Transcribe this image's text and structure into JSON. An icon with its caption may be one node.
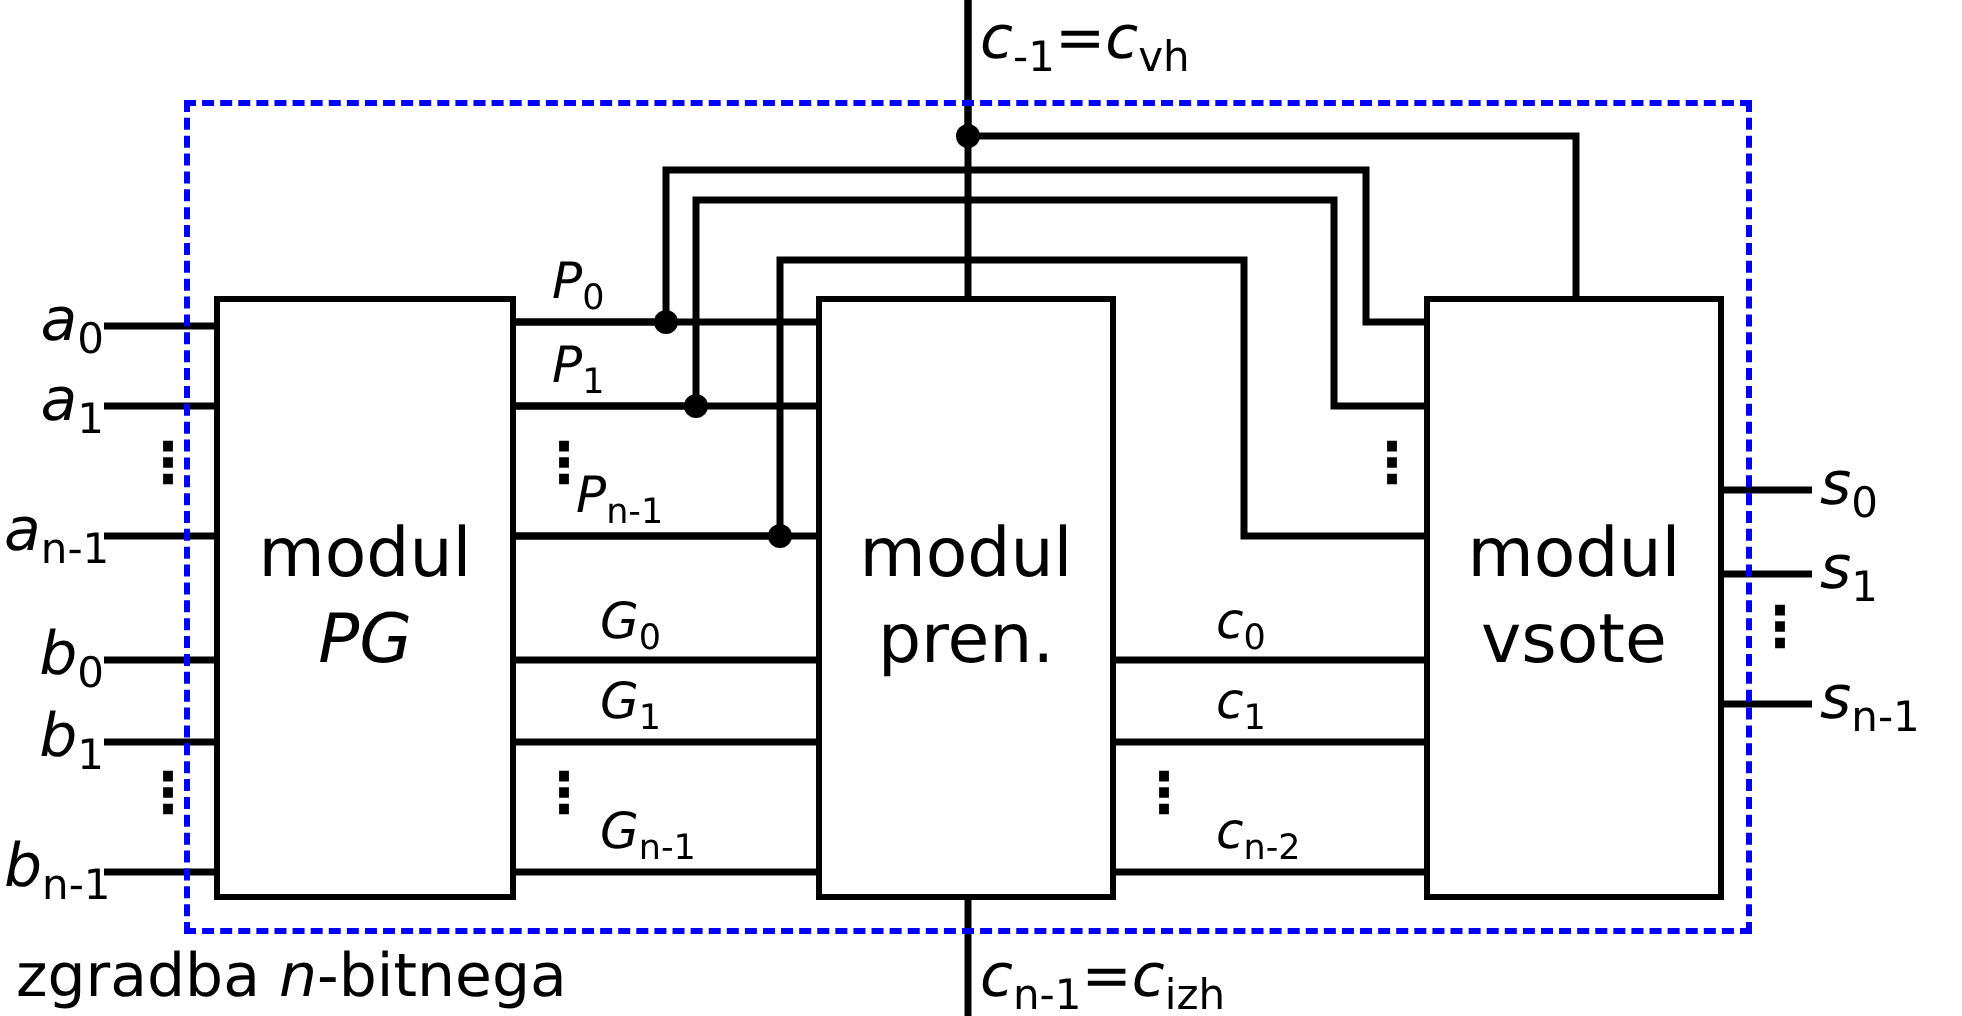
{
  "diagram": {
    "nodes": [
      {
        "text": [],
        "shape": "box"
      },
      {
        "text": [
          "modul *PG*"
        ],
        "in": 0
      },
      {
        "text": [
          "modul pren."
        ],
        "in": 0
      },
      {
        "text": [
          "modul vsote"
        ],
        "in": 0
      },
      {
        "text": [
          "*c*$_{-1}$=*c*$_{vh}$"
        ]
      },
      {
        "text": [
          "*c*$_{n-1}$=*c*$_{izh}$"
        ]
      },
      {
        "text": [
          "*a*$_{0}$"
        ]
      },
      {
        "text": [
          "*a*$_{1}$"
        ]
      },
      {
        "text": [
          "*a*$_{n-1}$"
        ]
      },
      {
        "text": [
          "*b*$_{0}$"
        ]
      },
      {
        "text": [
          "*b*$_{1}$"
        ]
      },
      {
        "text": [
          "*b*$_{n-1}$"
        ]
      },
      {
        "text": [
          "*s*$_{0}$"
        ]
      },
      {
        "text": [
          "*s*$_{1}$"
        ]
      },
      {
        "text": [
          "*s*$_{n-1}$"
        ]
      }
    ],
    "edges": [
      {
        "from": 6,
        "to": 1,
        "arrow": "none"
      },
      {
        "from": 7,
        "to": 1,
        "arrow": "none"
      },
      {
        "from": 8,
        "to": 1,
        "arrow": "none"
      },
      {
        "from": 9,
        "to": 1,
        "arrow": "none"
      },
      {
        "from": 10,
        "to": 1,
        "arrow": "none"
      },
      {
        "from": 11,
        "to": 1,
        "arrow": "none"
      },
      {
        "from": 1,
        "to": 2,
        "arrow": "none",
        "label": "*P*$_{0}$"
      },
      {
        "from": 1,
        "to": 2,
        "arrow": "none",
        "label": "*P*$_{1}$"
      },
      {
        "from": 1,
        "to": 2,
        "arrow": "none",
        "label": "*P*$_{n-1}$"
      },
      {
        "from": 1,
        "to": 2,
        "arrow": "none",
        "label": "*G*$_{0}$"
      },
      {
        "from": 1,
        "to": 2,
        "arrow": "none",
        "label": "*G*$_{1}$"
      },
      {
        "from": 1,
        "to": 2,
        "arrow": "none",
        "label": "*G*$_{n-1}$"
      },
      {
        "from": 1,
        "to": 3,
        "arrow": "none"
      },
      {
        "from": 1,
        "to": 3,
        "arrow": "none"
      },
      {
        "from": 1,
        "to": 3,
        "arrow": "none"
      },
      {
        "from": 4,
        "to": 2,
        "arrow": "none"
      },
      {
        "from": 4,
        "to": 3,
        "arrow": "none"
      },
      {
        "from": 2,
        "to": 5,
        "arrow": "none"
      },
      {
        "from": 2,
        "to": 3,
        "arrow": "none",
        "label": "*c*$_{0}$"
      },
      {
        "from": 2,
        "to": 3,
        "arrow": "none",
        "label": "*c*$_{1}$"
      },
      {
        "from": 2,
        "to": 3,
        "arrow": "none",
        "label": "*c*$_{n-2}$"
      },
      {
        "from": 3,
        "to": 12,
        "arrow": "none"
      },
      {
        "from": 3,
        "to": 13,
        "arrow": "none"
      },
      {
        "from": 3,
        "to": 14,
        "arrow": "none"
      }
    ],
    "labels": [
      "⋮",
      "⋮",
      "⋮",
      "⋮",
      "⋮",
      "⋮",
      "⋮",
      "zgradba *n*-bitnega"
    ]
  }
}
